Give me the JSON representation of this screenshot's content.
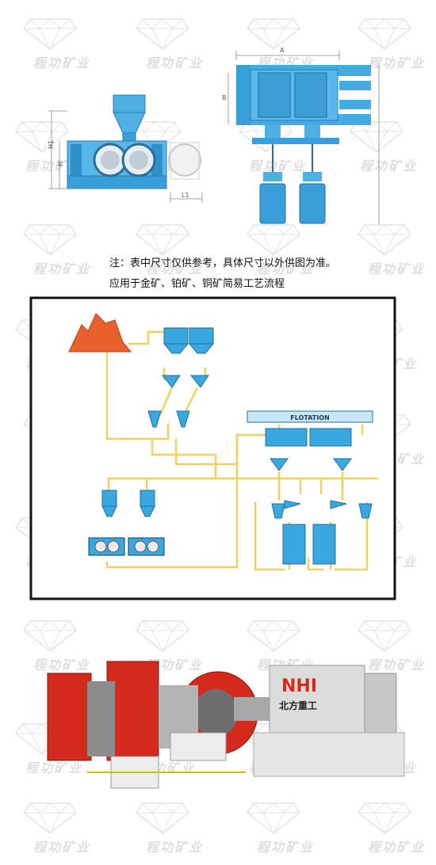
{
  "watermark": {
    "brand": "程功矿业"
  },
  "drawing_left": {
    "dims": {
      "h1": "H1",
      "h": "H",
      "l1": "L1"
    }
  },
  "drawing_right": {
    "dims": {
      "a": "A",
      "b": "B"
    }
  },
  "notes": {
    "dimension_note": "注：表中尺寸仅供参考，具体尺寸以外供图为准。",
    "application": "应用于金矿、铂矿、铜矿简易工艺流程"
  },
  "flowsheet": {
    "flotation_label": "FLOTATION"
  },
  "photo": {
    "brand_logo": "NHI",
    "brand_name": "北方重工"
  },
  "colors": {
    "equipment_blue": "#3aa8e0",
    "flow_yellow": "#f0d060",
    "ore_orange": "#e8602c",
    "machine_red": "#d42a1e"
  }
}
